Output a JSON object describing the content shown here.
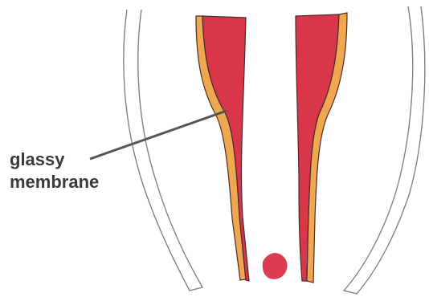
{
  "labels": {
    "glassy_membrane_line1": "glassy",
    "glassy_membrane_line2": "membrane"
  },
  "colors": {
    "background": "#ffffff",
    "outer_sheath_stroke": "#7a7a7a",
    "inner_sheath_fill": "#d9364a",
    "glassy_membrane_fill": "#f0a850",
    "membrane_outline": "#4a2a2a",
    "leader_line": "#555555",
    "label_text": "#3a3a3a",
    "cell_fill": "#dc3c50"
  },
  "icons": {
    "left_outer_sheath": "curved-band",
    "right_outer_sheath": "curved-band",
    "left_inner_sheath": "tapered-wedge",
    "right_inner_sheath": "tapered-wedge",
    "central_cell": "blob"
  }
}
